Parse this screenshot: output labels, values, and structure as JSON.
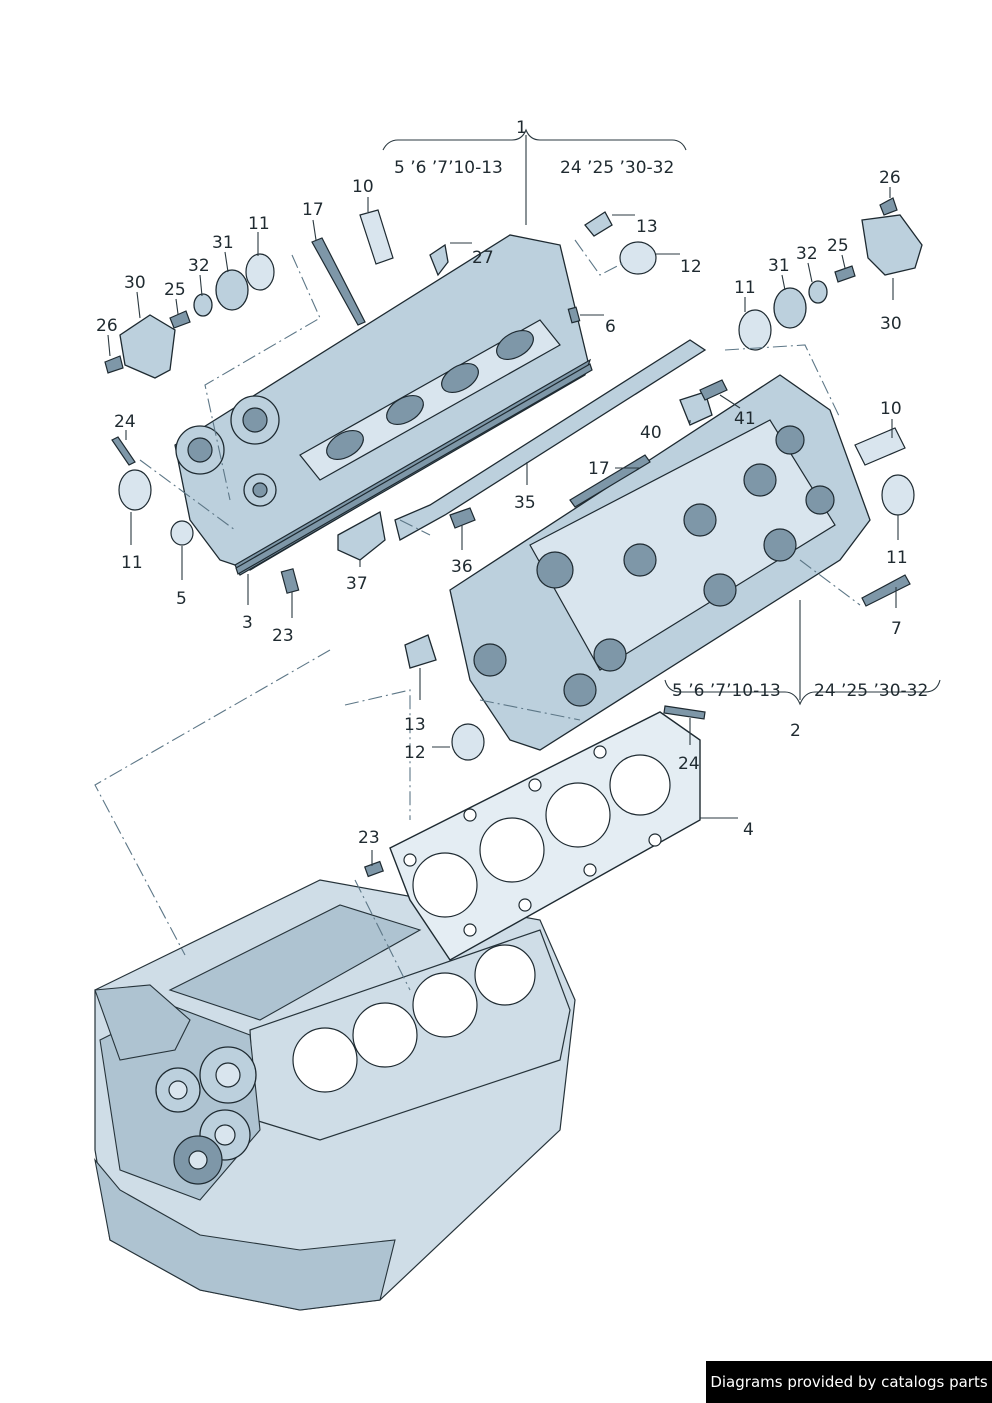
{
  "diagram": {
    "labels": {
      "l1": "1",
      "l2": "2",
      "l3": "3",
      "l4": "4",
      "l5": "5",
      "l6": "6",
      "l7": "7",
      "l10a": "10",
      "l10b": "10",
      "l11a": "11",
      "l11b": "11",
      "l11c": "11",
      "l11d": "11",
      "l12a": "12",
      "l12b": "12",
      "l13a": "13",
      "l13b": "13",
      "l17a": "17",
      "l17b": "17",
      "l23a": "23",
      "l23b": "23",
      "l24a": "24",
      "l24b": "24",
      "l25a": "25",
      "l25b": "25",
      "l26a": "26",
      "l26b": "26",
      "l27": "27",
      "l30a": "30",
      "l30b": "30",
      "l31a": "31",
      "l31b": "31",
      "l32a": "32",
      "l32b": "32",
      "l35": "35",
      "l36": "36",
      "l37": "37",
      "l40": "40",
      "l41": "41"
    },
    "groups": {
      "g1_left": "5 ’6 ’7’10-13",
      "g1_right": "24 ’25 ’30-32",
      "g2_left": "5 ’6 ’7’10-13",
      "g2_right": "24 ’25 ’30-32"
    }
  },
  "footer": {
    "credit": "Diagrams provided by catalogs parts"
  }
}
